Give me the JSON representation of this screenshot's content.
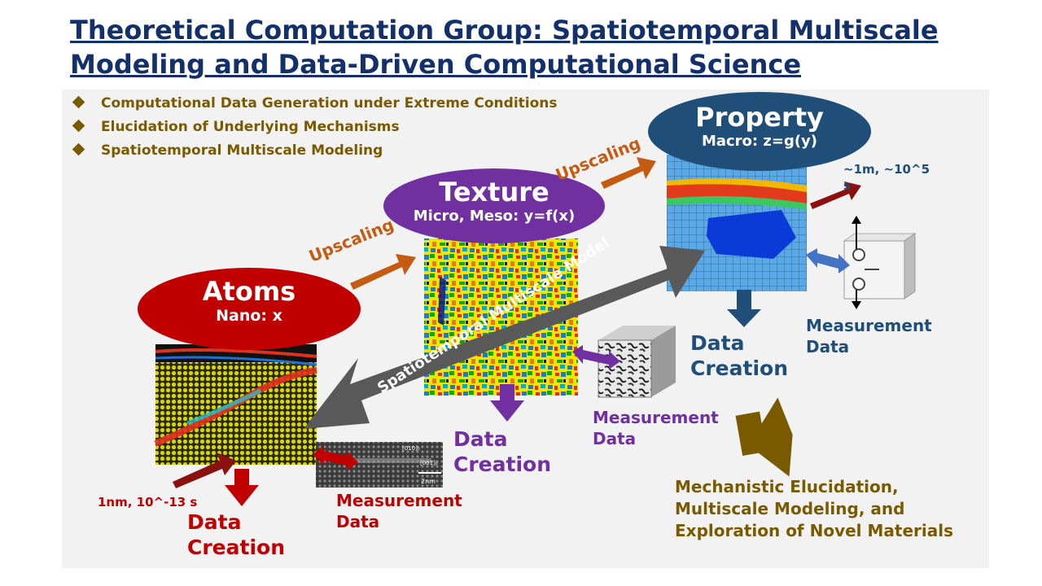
{
  "title": "Theoretical Computation Group: Spatiotemporal Multiscale Modeling and Data-Driven Computational Science",
  "bullets": [
    "Computational Data Generation under Extreme Conditions",
    "Elucidation of Underlying Mechanisms",
    "Spatiotemporal Multiscale Modeling"
  ],
  "scales": {
    "atoms": {
      "title": "Atoms",
      "subtitle": "Nano: x",
      "scale_note": "1nm, 10^-13 s",
      "data_creation": "Data\nCreation",
      "measurement": "Measurement\nData",
      "color": "#c00000"
    },
    "texture": {
      "title": "Texture",
      "subtitle": "Micro, Meso: y=f(x)",
      "data_creation": "Data\nCreation",
      "measurement": "Measurement\nData",
      "color": "#7030a0"
    },
    "property": {
      "title": "Property",
      "subtitle": "Macro: z=g(y)",
      "scale_note": "~1m, ~10^5 s",
      "data_creation": "Data\nCreation",
      "measurement": "Measurement\nData",
      "color": "#1f4e79"
    }
  },
  "upscaling_label": "Upscaling",
  "model_arrow_label": "Spatiotemporal Multiscale Model",
  "tem_labels": {
    "top": "[010]₀",
    "mid": "[001]₀",
    "scale": "2nm"
  },
  "outcome": "Mechanistic Elucidation,\nMultiscale Modeling, and\nExploration of Novel Materials",
  "colors": {
    "title": "#13306b",
    "bullets": "#7a5a00",
    "upscaling": "#c55a11",
    "outcome": "#7a5a00",
    "panel": "#f2f2f2"
  }
}
